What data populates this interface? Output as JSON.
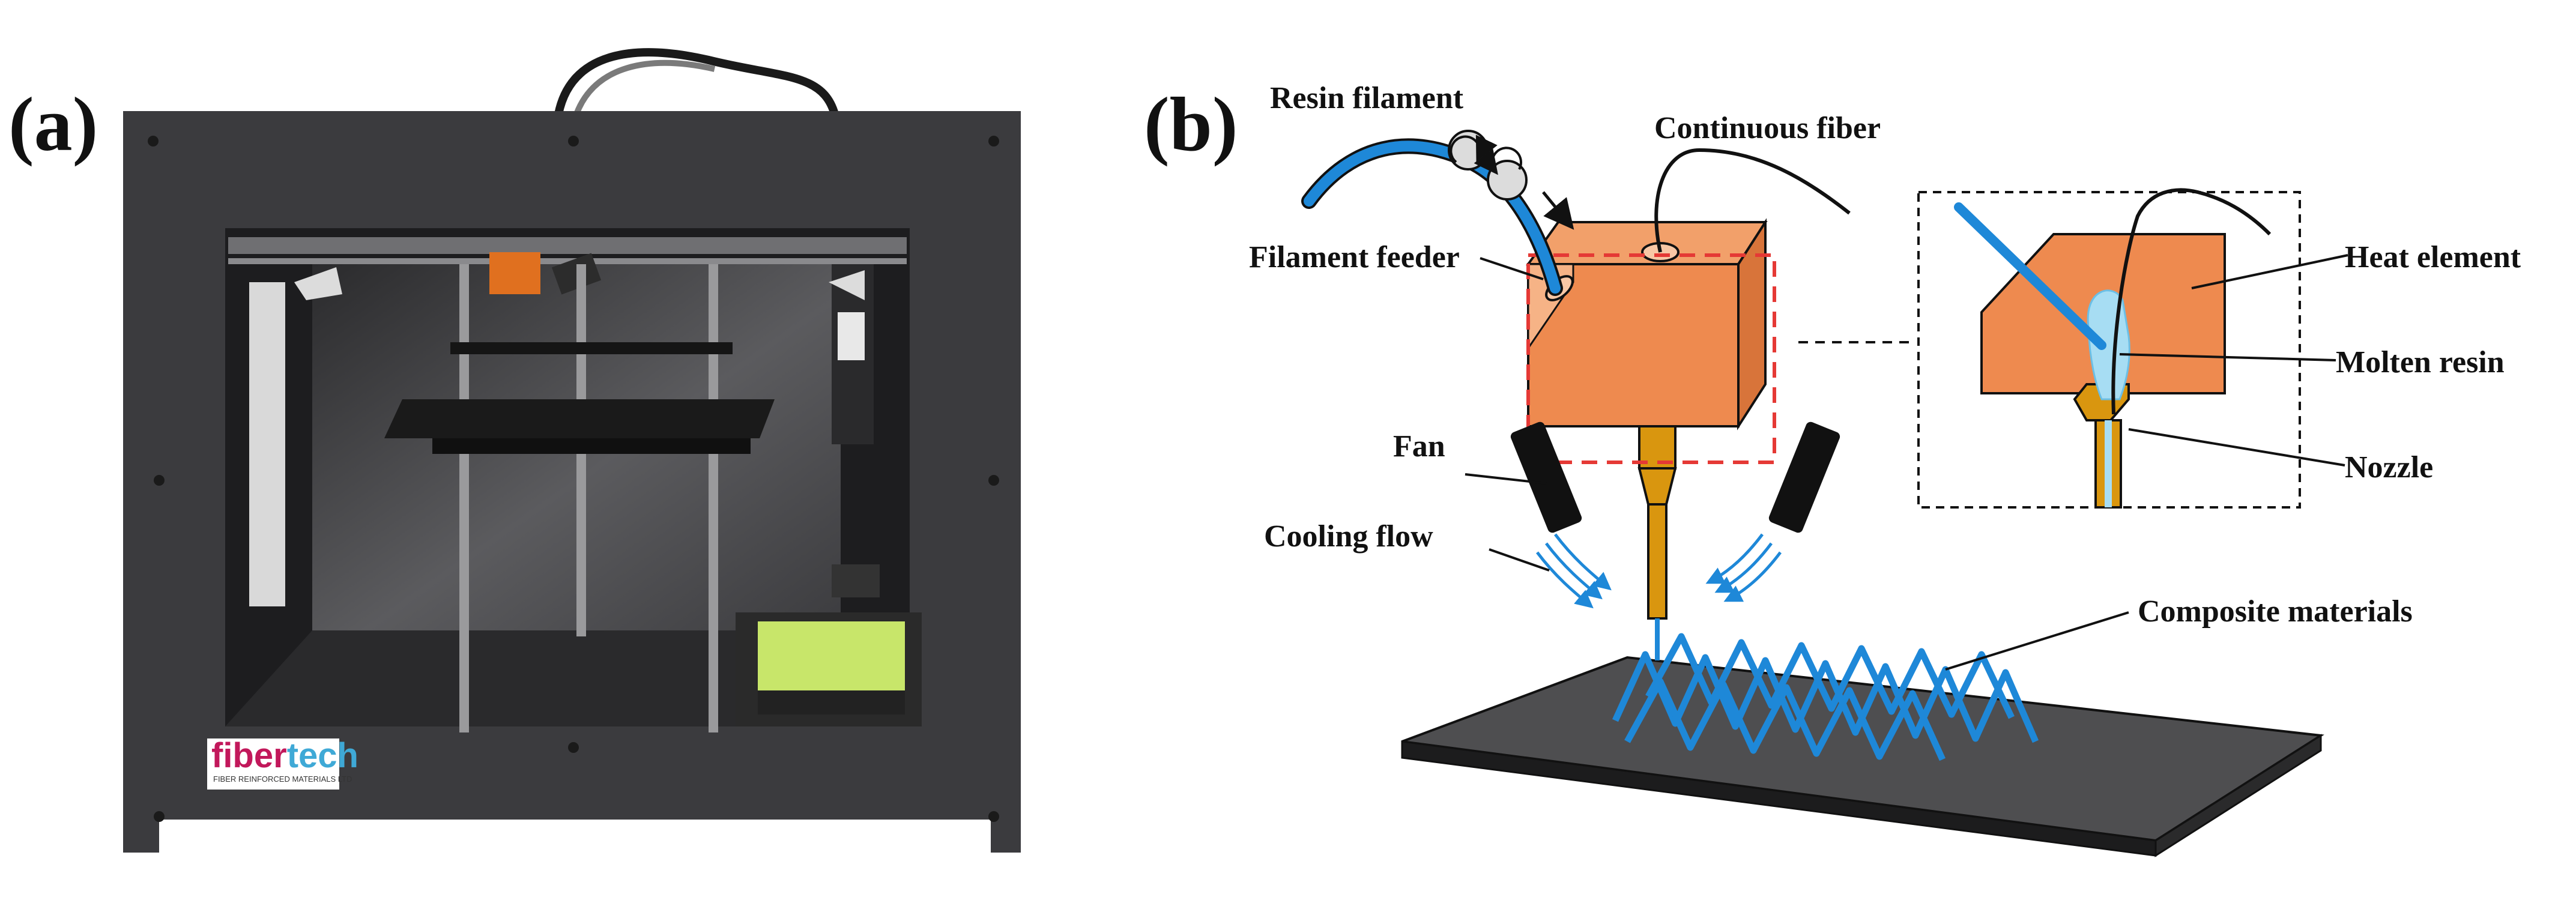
{
  "panels": {
    "a_label": "(a)",
    "b_label": "(b)"
  },
  "printer_logo": {
    "brand_part1": "fiber",
    "brand_part2": "tech",
    "subline": "FIBER REINFORCED MATERIALS LTD"
  },
  "labels": {
    "resin_filament": "Resin filament",
    "continuous_fiber": "Continuous fiber",
    "filament_feeder": "Filament feeder",
    "fan": "Fan",
    "cooling_flow": "Cooling flow",
    "heat_element": "Heat element",
    "molten_resin": "Molten resin",
    "nozzle": "Nozzle",
    "composite_materials": "Composite materials"
  },
  "colors": {
    "printer_frame": "#3b3b3e",
    "heater_block": "#ee8a4f",
    "nozzle": "#d9960f",
    "filament": "#1e88d8",
    "molten_resin": "#a7ddf3",
    "bed": "#505050",
    "callout_box": "#e53935"
  }
}
